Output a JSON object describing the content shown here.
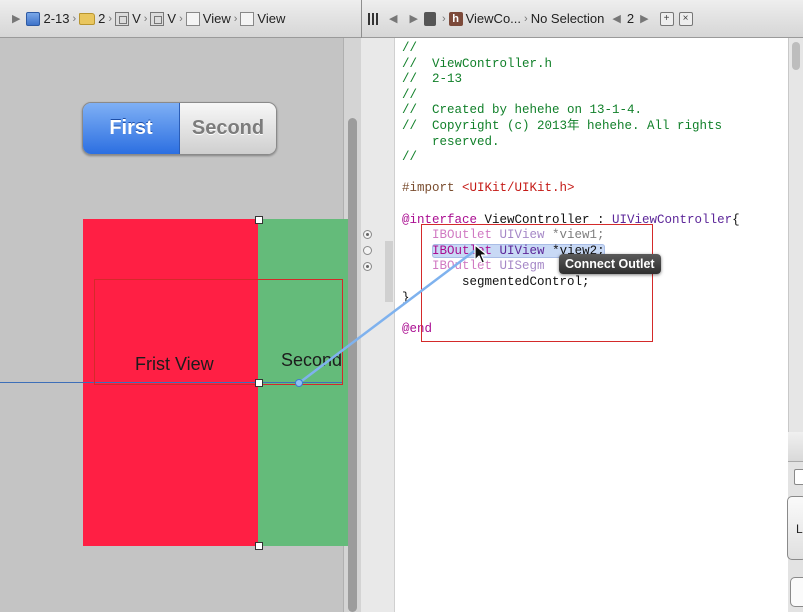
{
  "left_jump_bar": {
    "crumbs": [
      {
        "icon": "project-icon",
        "label": "2-13"
      },
      {
        "icon": "folder-icon",
        "label": "2"
      },
      {
        "icon": "storyboard-icon",
        "label": "V"
      },
      {
        "icon": "storyboard-icon",
        "label": "V"
      },
      {
        "icon": "view-icon",
        "label": "View"
      },
      {
        "icon": "view-icon",
        "label": "View"
      }
    ]
  },
  "right_jump_bar": {
    "file_label": "ViewCo...",
    "selection_label": "No Selection",
    "counterpart_count": "2"
  },
  "canvas": {
    "segmented_control": {
      "first": "First",
      "second": "Second",
      "selected": "First"
    },
    "red_view_label": "Frist View",
    "green_view_label": "Second",
    "colors": {
      "red_view": "#ff1f44",
      "green_view": "#64bb7a",
      "segment_selected": "#2c6fe1"
    }
  },
  "editor": {
    "lines": [
      {
        "tokens": [
          {
            "t": "comment",
            "v": "//"
          }
        ]
      },
      {
        "tokens": [
          {
            "t": "comment",
            "v": "//  ViewController.h"
          }
        ]
      },
      {
        "tokens": [
          {
            "t": "comment",
            "v": "//  2-13"
          }
        ]
      },
      {
        "tokens": [
          {
            "t": "comment",
            "v": "//"
          }
        ]
      },
      {
        "tokens": [
          {
            "t": "comment",
            "v": "//  Created by hehehe on 13-1-4."
          }
        ]
      },
      {
        "tokens": [
          {
            "t": "comment",
            "v": "//  Copyright (c) 2013年 hehehe. All rights"
          }
        ]
      },
      {
        "tokens": [
          {
            "t": "comment",
            "v": "    reserved."
          }
        ]
      },
      {
        "tokens": [
          {
            "t": "comment",
            "v": "//"
          }
        ]
      },
      {
        "tokens": []
      },
      {
        "tokens": [
          {
            "t": "pre",
            "v": "#import "
          },
          {
            "t": "str",
            "v": "<UIKit/UIKit.h>"
          }
        ]
      },
      {
        "tokens": []
      },
      {
        "tokens": [
          {
            "t": "kw",
            "v": "@interface"
          },
          {
            "t": "plain",
            "v": " ViewController : "
          },
          {
            "t": "type",
            "v": "UIViewController"
          },
          {
            "t": "plain",
            "v": "{"
          }
        ]
      },
      {
        "tokens": [
          {
            "t": "kw",
            "v": "    IBOutlet"
          },
          {
            "t": "plain",
            "v": " "
          },
          {
            "t": "type",
            "v": "UIView"
          },
          {
            "t": "plain",
            "v": " *view1;"
          }
        ],
        "dim": true
      },
      {
        "tokens": [
          {
            "t": "kw",
            "v": "IBOutlet"
          },
          {
            "t": "plain",
            "v": " "
          },
          {
            "t": "type",
            "v": "UIView"
          },
          {
            "t": "plain",
            "v": " *view2;"
          }
        ],
        "highlight": true,
        "indent": "    "
      },
      {
        "tokens": [
          {
            "t": "kw",
            "v": "    IBOutlet"
          },
          {
            "t": "plain",
            "v": " "
          },
          {
            "t": "type",
            "v": "UISegm"
          }
        ],
        "dim": true
      },
      {
        "tokens": [
          {
            "t": "plain",
            "v": "        segmentedControl;"
          }
        ]
      },
      {
        "tokens": [
          {
            "t": "plain",
            "v": "}"
          }
        ]
      },
      {
        "tokens": []
      },
      {
        "tokens": [
          {
            "t": "kw",
            "v": "@end"
          }
        ]
      }
    ]
  },
  "tooltip": {
    "label": "Connect Outlet"
  },
  "utility_panel": {
    "button_label": "L"
  }
}
